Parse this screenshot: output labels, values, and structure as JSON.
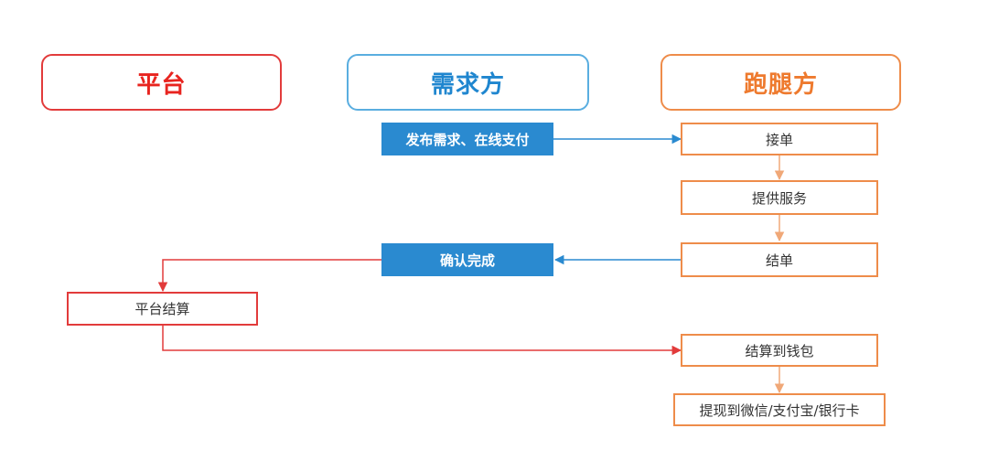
{
  "lanes": {
    "platform": "平台",
    "demand": "需求方",
    "runner": "跑腿方"
  },
  "steps": {
    "publish": "发布需求、在线支付",
    "accept": "接单",
    "serve": "提供服务",
    "finish_order": "结单",
    "confirm": "确认完成",
    "settle": "平台结算",
    "to_wallet": "结算到钱包",
    "withdraw": "提现到微信/支付宝/银行卡"
  },
  "colors": {
    "platform": "#e23b3b",
    "demand": "#2a8ad0",
    "runner": "#ee8c4a"
  }
}
